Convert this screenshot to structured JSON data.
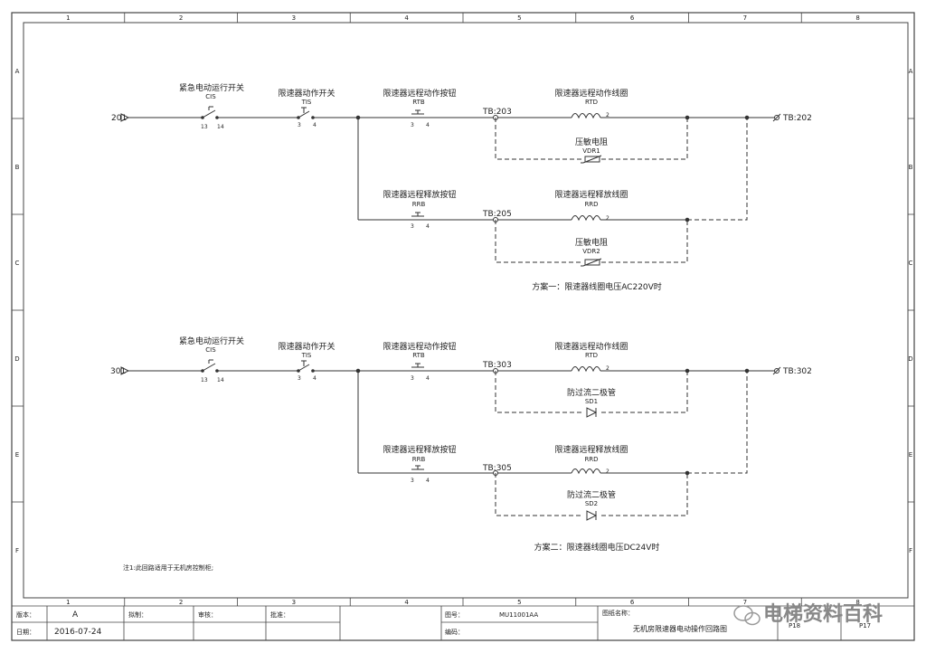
{
  "frame": {
    "columns": [
      "1",
      "2",
      "3",
      "4",
      "5",
      "6",
      "7",
      "8"
    ],
    "rows": [
      "A",
      "B",
      "C",
      "D",
      "E",
      "F"
    ]
  },
  "circuit1": {
    "input_terminal": "201",
    "output_terminal": "TB:202",
    "cis_title": "紧急电动运行开关",
    "cis_code": "CIS",
    "cis_pin_a": "13",
    "cis_pin_b": "14",
    "tis_title": "限速器动作开关",
    "tis_code": "TIS",
    "tis_pin_a": "3",
    "tis_pin_b": "4",
    "rtb_title": "限速器远程动作按钮",
    "rtb_code": "RTB",
    "rtb_pin_a": "3",
    "rtb_pin_b": "4",
    "rrb_title": "限速器远程释放按钮",
    "rrb_code": "RRB",
    "rrb_pin_a": "3",
    "rrb_pin_b": "4",
    "tb_act": "TB:203",
    "tb_rel": "TB:205",
    "rtd_title": "限速器远程动作线圈",
    "rtd_code": "RTD",
    "rtd_pin": "2",
    "rrd_title": "限速器远程释放线圈",
    "rrd_code": "RRD",
    "rrd_pin": "2",
    "prot1_title": "压敏电阻",
    "prot1_code": "VDR1",
    "prot2_title": "压敏电阻",
    "prot2_code": "VDR2",
    "caption": "方案一：限速器线圈电压AC220V时"
  },
  "circuit2": {
    "input_terminal": "301",
    "output_terminal": "TB:302",
    "cis_title": "紧急电动运行开关",
    "cis_code": "CIS",
    "cis_pin_a": "13",
    "cis_pin_b": "14",
    "tis_title": "限速器动作开关",
    "tis_code": "TIS",
    "tis_pin_a": "3",
    "tis_pin_b": "4",
    "rtb_title": "限速器远程动作按钮",
    "rtb_code": "RTB",
    "rtb_pin_a": "3",
    "rtb_pin_b": "4",
    "rrb_title": "限速器远程释放按钮",
    "rrb_code": "RRB",
    "rrb_pin_a": "3",
    "rrb_pin_b": "4",
    "tb_act": "TB:303",
    "tb_rel": "TB:305",
    "rtd_title": "限速器远程动作线圈",
    "rtd_code": "RTD",
    "rtd_pin": "2",
    "rrd_title": "限速器远程释放线圈",
    "rrd_code": "RRD",
    "rrd_pin": "2",
    "prot1_title": "防过流二极管",
    "prot1_code": "SD1",
    "prot2_title": "防过流二极管",
    "prot2_code": "SD2",
    "caption": "方案二：限速器线圈电压DC24V时"
  },
  "note": "注1:此回路适用于无机房控制柜;",
  "title_block": {
    "version_label": "版本：",
    "version_value": "A",
    "date_label": "日期：",
    "date_value": "2016-07-24",
    "drawn_label": "拟制：",
    "review_label": "审核：",
    "approve_label": "批准：",
    "drawing_no_label": "图号：",
    "drawing_no_value": "MU11001AA",
    "code_label": "编码：",
    "drawing_name_label": "图纸名称：",
    "drawing_name_value": "无机房限速器电动操作回路图",
    "sheet_current": "P18",
    "sheet_total": "P17"
  },
  "watermark": "电梯资料百科"
}
